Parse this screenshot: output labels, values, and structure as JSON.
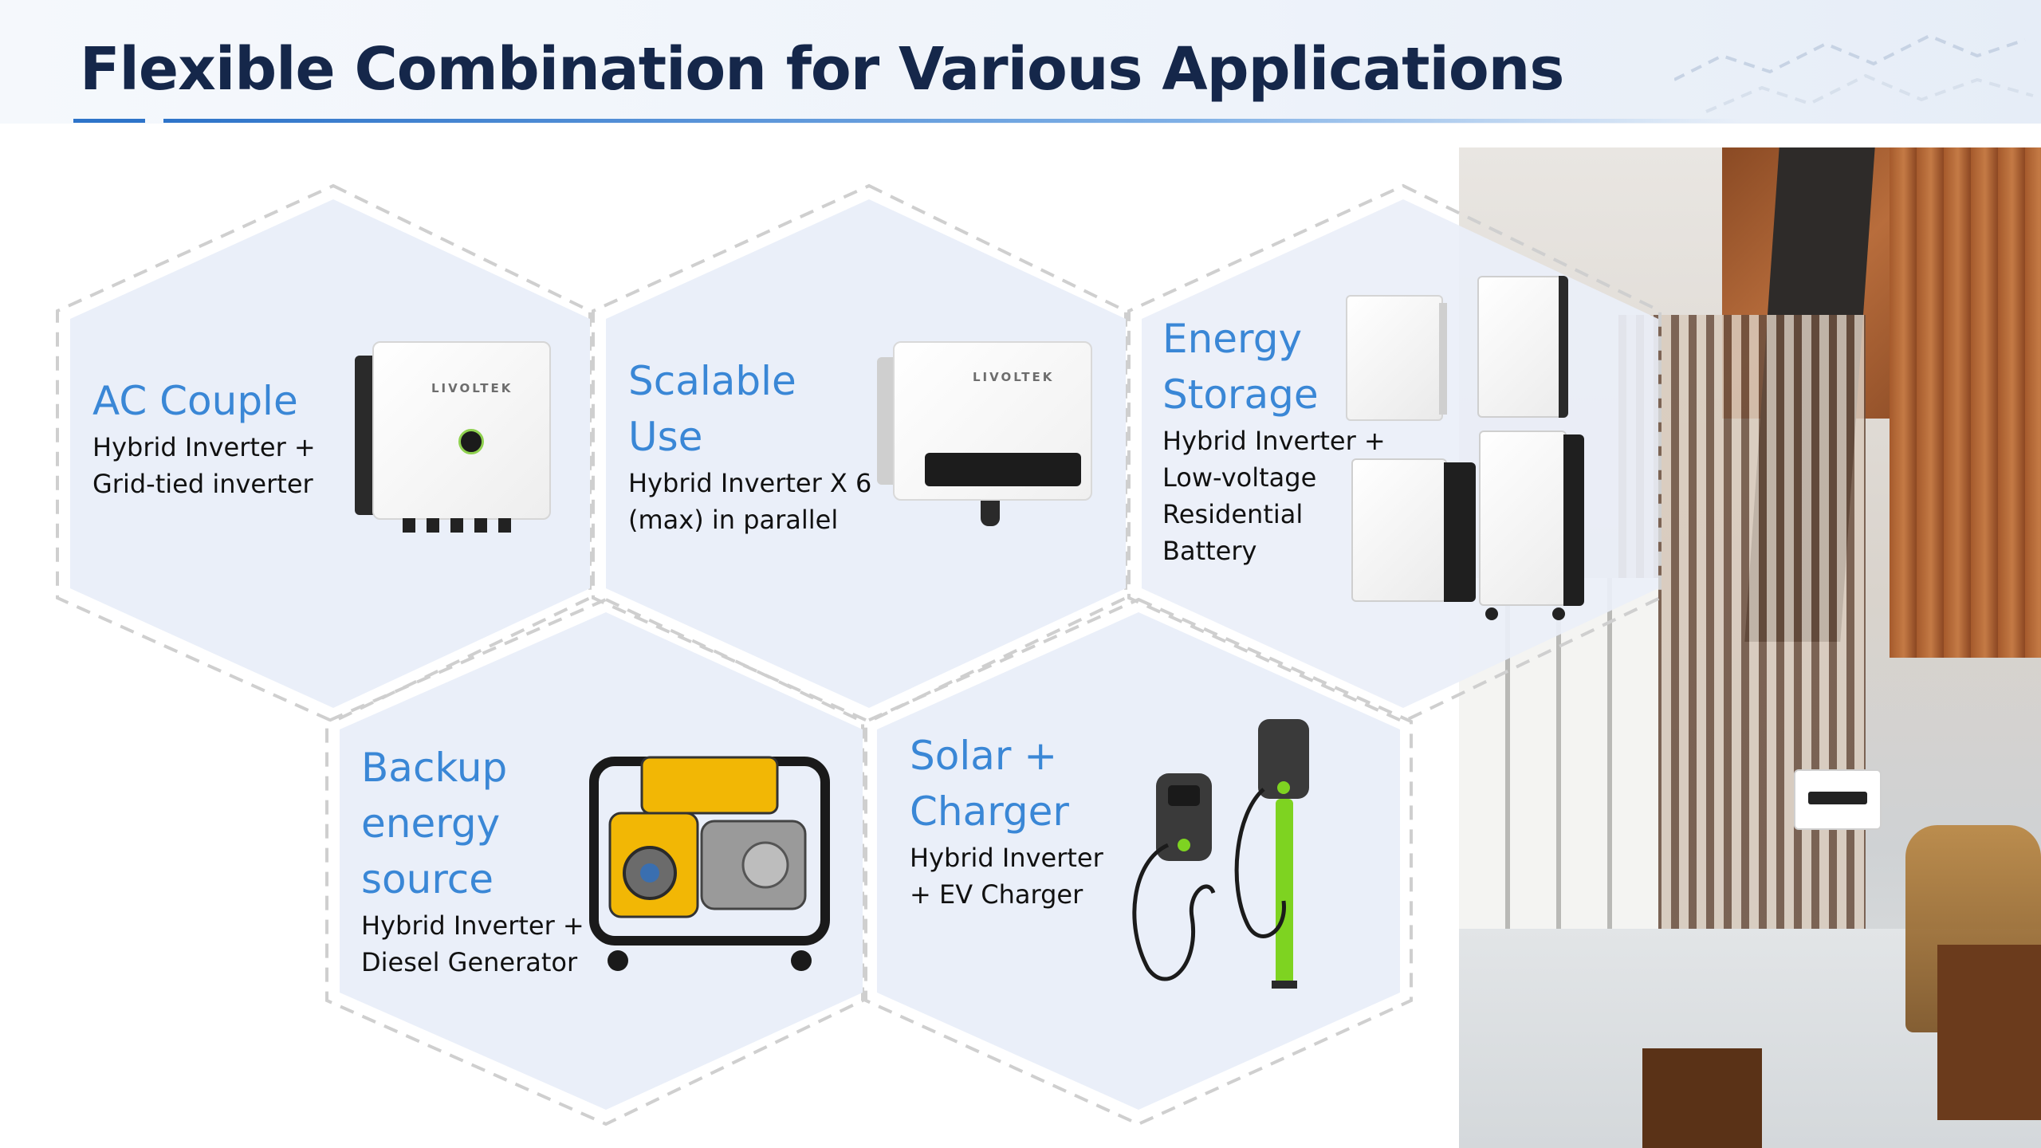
{
  "slide": {
    "title": "Flexible Combination for Various Applications"
  },
  "cards": [
    {
      "title": "AC Couple",
      "description": "Hybrid Inverter +\nGrid-tied inverter"
    },
    {
      "title": "Scalable\nUse",
      "description": "Hybrid Inverter  X 6\n(max) in parallel"
    },
    {
      "title": "Energy\nStorage",
      "description": "Hybrid Inverter +\nLow-voltage\nResidential\nBattery"
    },
    {
      "title": "Backup\nenergy\nsource",
      "description": "Hybrid Inverter +\nDiesel Generator"
    },
    {
      "title": "Solar +\nCharger",
      "description": "Hybrid Inverter\n+ EV Charger"
    }
  ],
  "brand": {
    "logo": "LIVOLTEK",
    "accent": "#3a87d6",
    "title_color": "#15274a",
    "hex_fill": "#eaeff9"
  },
  "icons": [
    "inverter-icon",
    "power-button-icon",
    "battery-icon",
    "generator-icon",
    "ev-charger-icon"
  ]
}
